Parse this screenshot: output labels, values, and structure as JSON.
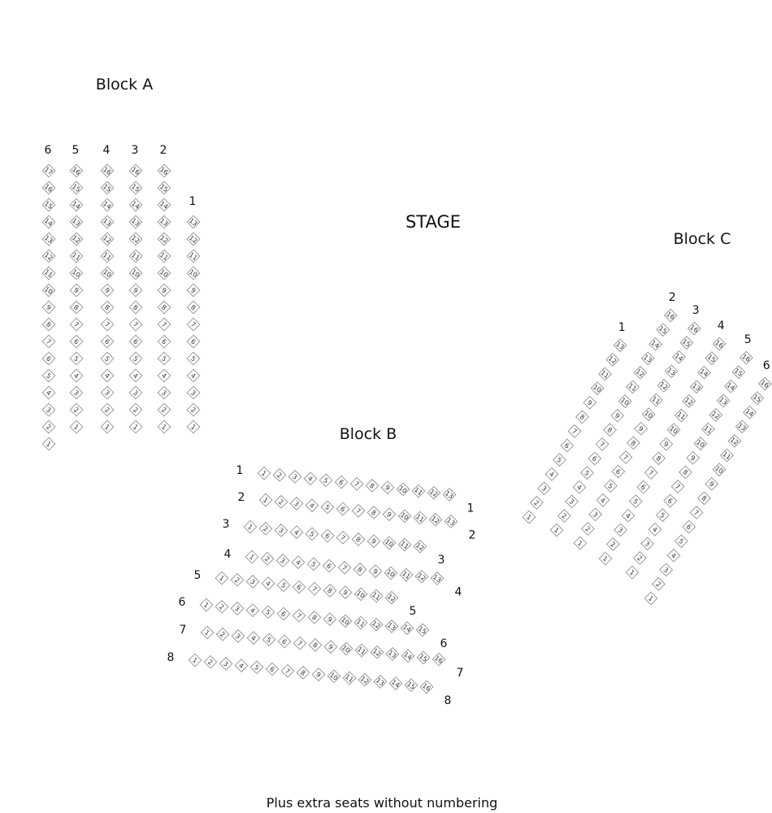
{
  "stage_label": "STAGE",
  "footer_note": "Plus extra seats without numbering",
  "colors": {
    "seat_stroke": "#9a9a9a",
    "text": "#111111",
    "background": "#ffffff"
  },
  "blocks": [
    {
      "id": "A",
      "title": "Block A",
      "rows": [
        {
          "label": "6",
          "seats": [
            "17",
            "16",
            "15",
            "14",
            "13",
            "12",
            "11",
            "10",
            "9",
            "8",
            "7",
            "6",
            "5",
            "4",
            "3",
            "2",
            "1"
          ]
        },
        {
          "label": "5",
          "seats": [
            "16",
            "15",
            "14",
            "13",
            "12",
            "11",
            "10",
            "9",
            "8",
            "7",
            "6",
            "5",
            "4",
            "3",
            "2",
            "1"
          ]
        },
        {
          "label": "4",
          "seats": [
            "16",
            "15",
            "14",
            "13",
            "12",
            "11",
            "10",
            "9",
            "8",
            "7",
            "6",
            "5",
            "4",
            "3",
            "2",
            "1"
          ]
        },
        {
          "label": "3",
          "seats": [
            "16",
            "15",
            "14",
            "13",
            "12",
            "11",
            "10",
            "9",
            "8",
            "7",
            "6",
            "5",
            "4",
            "3",
            "2",
            "1"
          ]
        },
        {
          "label": "2",
          "seats": [
            "16",
            "15",
            "14",
            "13",
            "12",
            "11",
            "10",
            "9",
            "8",
            "7",
            "6",
            "5",
            "4",
            "3",
            "2",
            "1"
          ]
        },
        {
          "label": "1",
          "seats": [
            "13",
            "12",
            "11",
            "10",
            "9",
            "8",
            "7",
            "6",
            "5",
            "4",
            "3",
            "2",
            "1"
          ]
        }
      ]
    },
    {
      "id": "B",
      "title": "Block B",
      "rows": [
        {
          "label": "1",
          "end_label": "1",
          "seats": [
            "1",
            "2",
            "3",
            "4",
            "5",
            "6",
            "7",
            "8",
            "9",
            "10",
            "11",
            "12",
            "13"
          ]
        },
        {
          "label": "2",
          "end_label": "2",
          "seats": [
            "1",
            "2",
            "3",
            "4",
            "5",
            "6",
            "7",
            "8",
            "9",
            "10",
            "11",
            "12",
            "13"
          ]
        },
        {
          "label": "3",
          "end_label": "3",
          "seats": [
            "1",
            "2",
            "3",
            "4",
            "5",
            "6",
            "7",
            "8",
            "9",
            "10",
            "11",
            "12"
          ]
        },
        {
          "label": "4",
          "end_label": "4",
          "seats": [
            "1",
            "2",
            "3",
            "4",
            "5",
            "6",
            "7",
            "8",
            "9",
            "10",
            "11",
            "12",
            "13"
          ]
        },
        {
          "label": "5",
          "end_label": "5",
          "seats": [
            "1",
            "2",
            "3",
            "4",
            "5",
            "6",
            "7",
            "8",
            "9",
            "10",
            "11",
            "12"
          ]
        },
        {
          "label": "6",
          "end_label": "6",
          "seats": [
            "1",
            "2",
            "3",
            "4",
            "5",
            "6",
            "7",
            "8",
            "9",
            "10",
            "11",
            "12",
            "13",
            "14",
            "15"
          ]
        },
        {
          "label": "7",
          "end_label": "7",
          "seats": [
            "1",
            "2",
            "3",
            "4",
            "5",
            "6",
            "7",
            "8",
            "9",
            "10",
            "11",
            "12",
            "13",
            "14",
            "15",
            "16"
          ]
        },
        {
          "label": "8",
          "end_label": "8",
          "seats": [
            "1",
            "2",
            "3",
            "4",
            "5",
            "6",
            "7",
            "8",
            "9",
            "10",
            "11",
            "12",
            "13",
            "14",
            "15",
            "16"
          ]
        }
      ]
    },
    {
      "id": "C",
      "title": "Block C",
      "rows": [
        {
          "label": "1",
          "seats": [
            "1",
            "2",
            "3",
            "4",
            "5",
            "6",
            "7",
            "8",
            "9",
            "10",
            "11",
            "12",
            "13"
          ]
        },
        {
          "label": "2",
          "seats": [
            "1",
            "2",
            "3",
            "4",
            "5",
            "6",
            "7",
            "8",
            "9",
            "10",
            "11",
            "12",
            "13",
            "14",
            "15",
            "16"
          ]
        },
        {
          "label": "3",
          "seats": [
            "1",
            "2",
            "3",
            "4",
            "5",
            "6",
            "7",
            "8",
            "9",
            "10",
            "11",
            "12",
            "13",
            "14",
            "15",
            "16"
          ]
        },
        {
          "label": "4",
          "seats": [
            "1",
            "2",
            "3",
            "4",
            "5",
            "6",
            "7",
            "8",
            "9",
            "10",
            "11",
            "12",
            "13",
            "14",
            "15",
            "16"
          ]
        },
        {
          "label": "5",
          "seats": [
            "1",
            "2",
            "3",
            "4",
            "5",
            "6",
            "7",
            "8",
            "9",
            "10",
            "11",
            "12",
            "13",
            "14",
            "15",
            "16"
          ]
        },
        {
          "label": "6",
          "seats": [
            "1",
            "2",
            "3",
            "4",
            "5",
            "6",
            "7",
            "8",
            "9",
            "10",
            "11",
            "12",
            "13",
            "14",
            "15",
            "16"
          ]
        }
      ]
    }
  ]
}
